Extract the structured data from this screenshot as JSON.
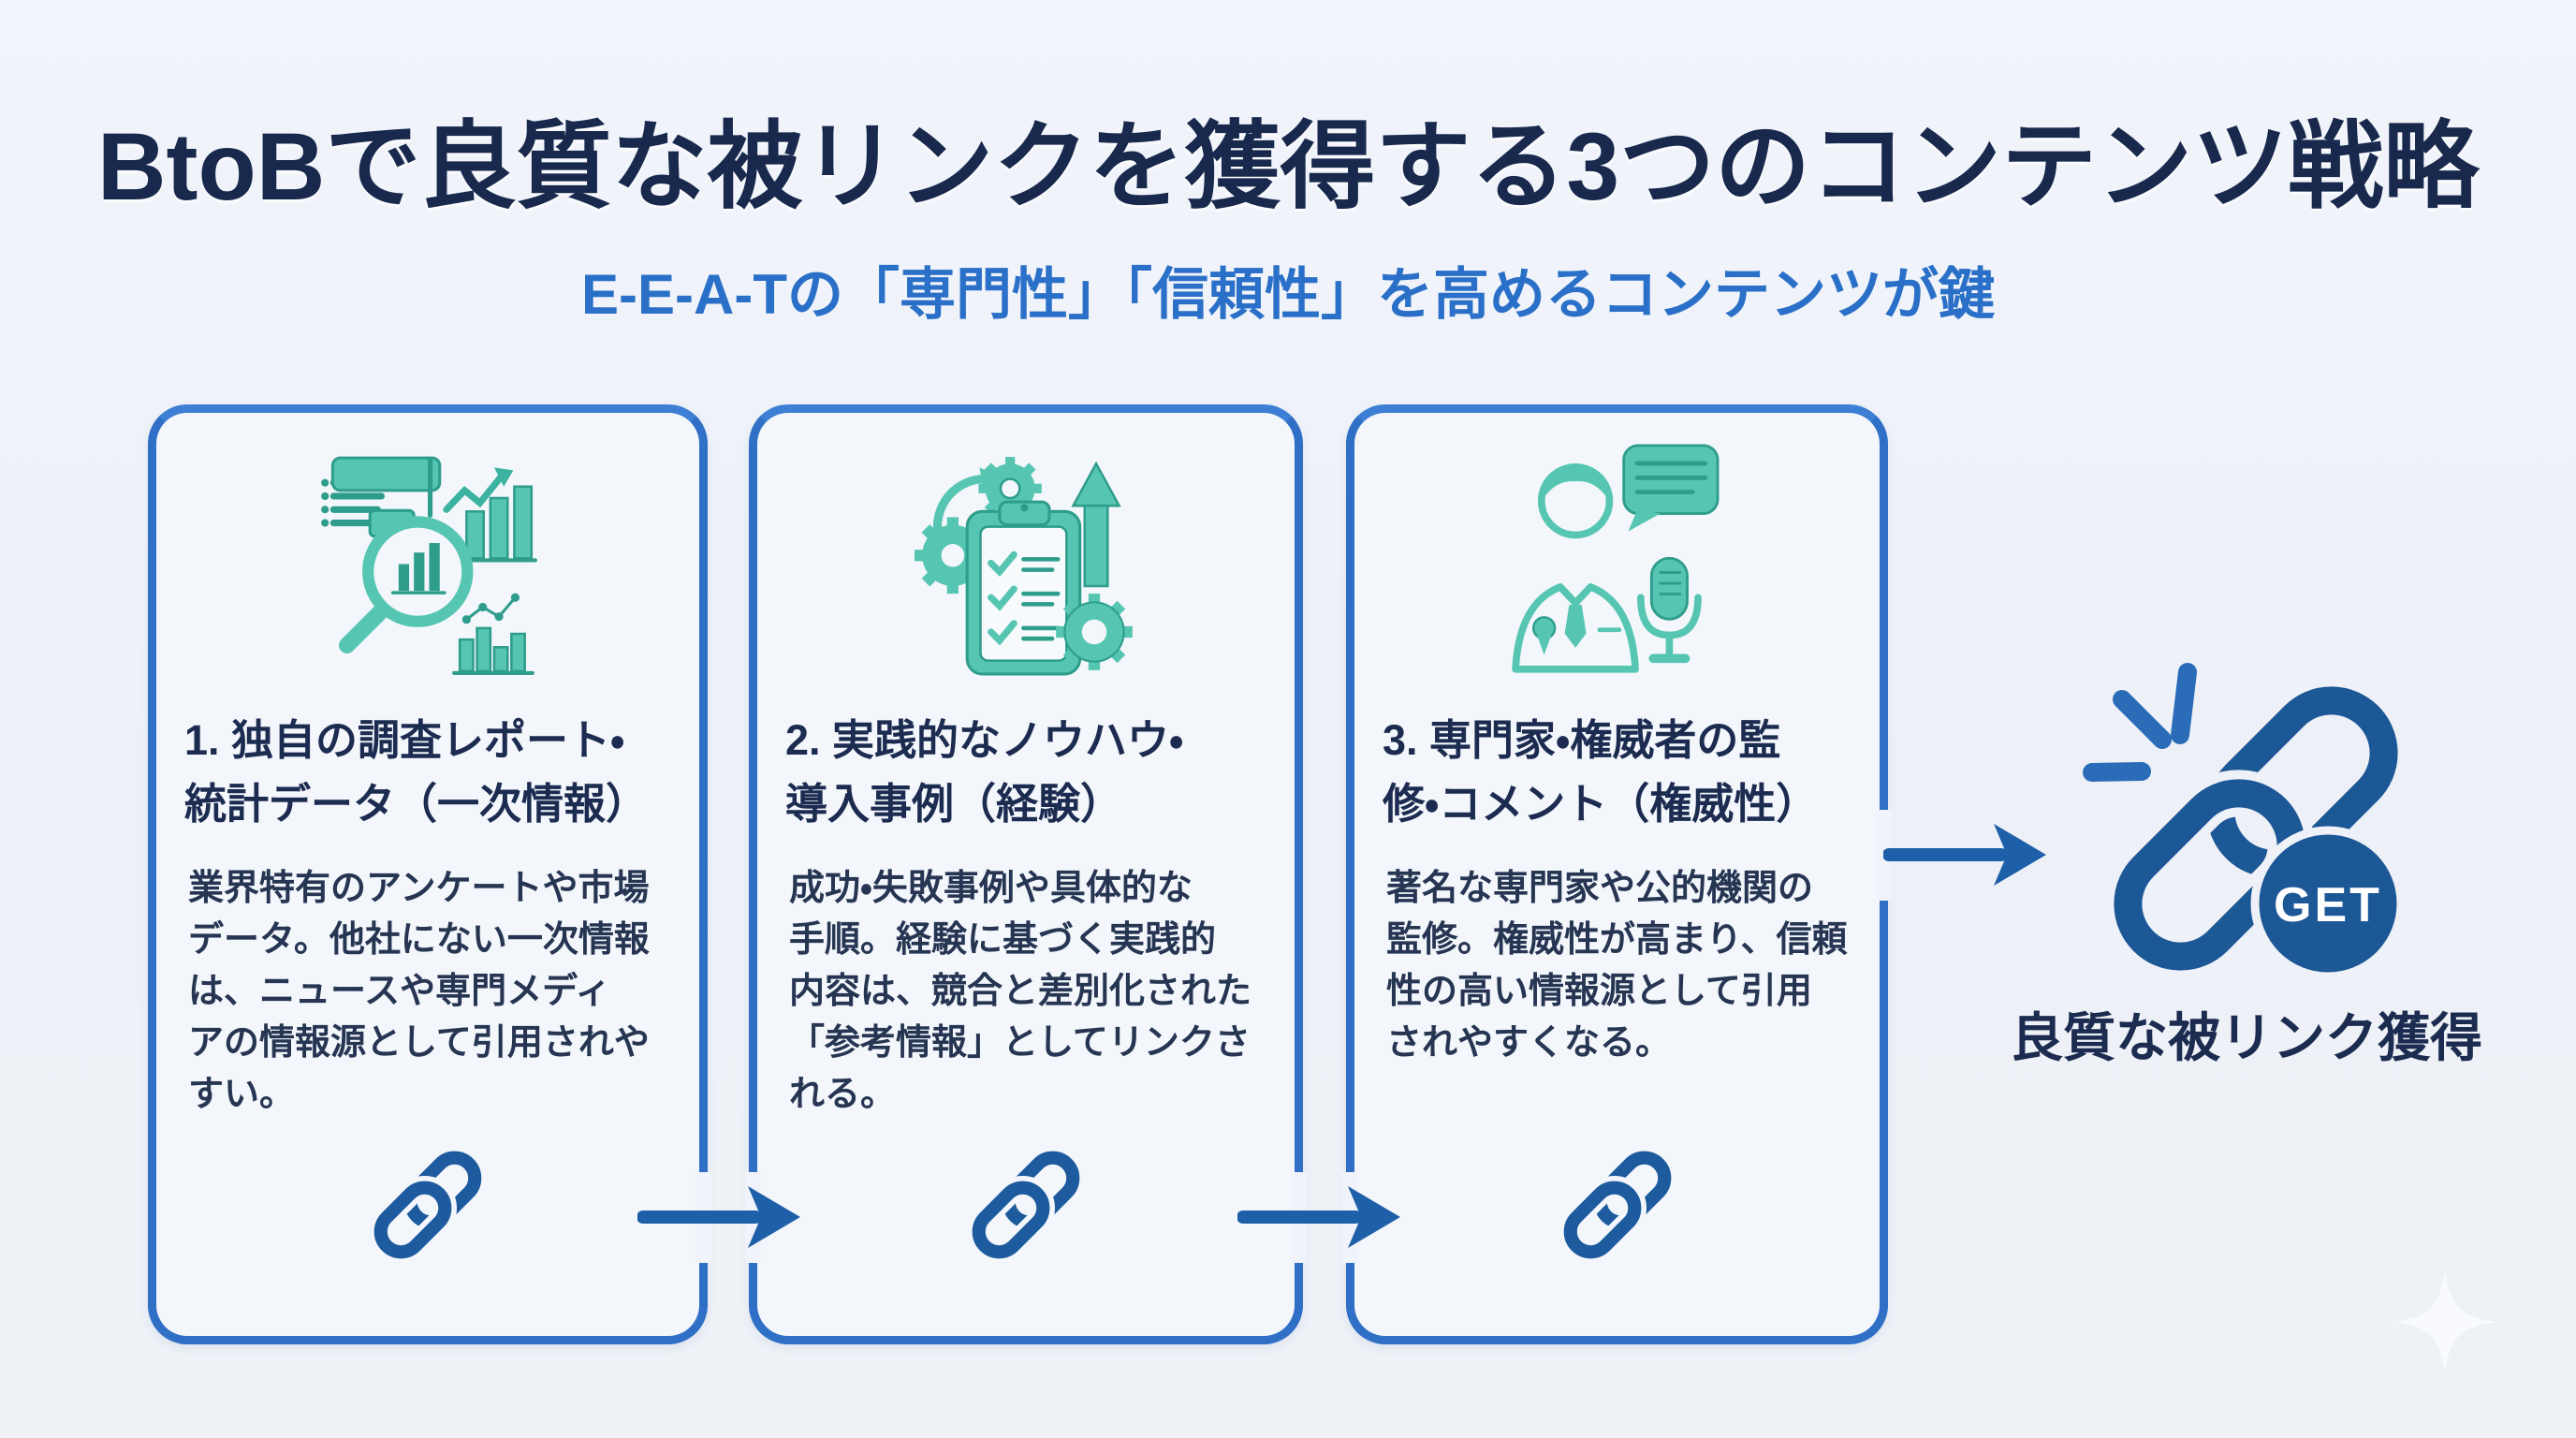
{
  "header": {
    "title": "BtoBで良質な被リンクを獲得する3つのコンテンツ戦略",
    "subtitle": "E-E-A-Tの「専門性」「信頼性」を高めるコンテンツが鍵"
  },
  "cards": [
    {
      "icon": "research-data-chart-icon",
      "heading": "1. 独自の調査レポート・\n統計データ（一次情報）",
      "body": "業界特有のアンケートや市場\nデータ。他社にない一次情報\nは、ニュースや専門メディ\nアの情報源として引用されや\nすい。",
      "footer_icon": "chain-link-icon"
    },
    {
      "icon": "process-checklist-growth-icon",
      "heading": "2. 実践的なノウハウ・\n導入事例（経験）",
      "body": "成功・失敗事例や具体的な\n手順。経験に基づく実践的\n内容は、競合と差別化された\n「参考情報」としてリンクさ\nれる。",
      "footer_icon": "chain-link-icon"
    },
    {
      "icon": "expert-speech-mic-icon",
      "heading": "3. 専門家・権威者の監\n修・コメント（権威性）",
      "body": "著名な専門家や公的機関の\n監修。権威性が高まり、信頼\n性の高い情報源として引用\nされやすくなる。",
      "footer_icon": "chain-link-icon"
    }
  ],
  "flow": {
    "arrow_icon": "arrow-right-icon",
    "result_badge": "GET",
    "result_label": "良質な被リンク獲得",
    "result_icon": "chain-link-get-icon"
  },
  "decorations": {
    "bottom_right": "sparkle-star-icon"
  },
  "palette": {
    "page_background": "#eef1f7",
    "card_background": "#f3f6fb",
    "card_border_blue": "#2f6fc6",
    "title_navy": "#18294d",
    "subtitle_blue": "#2b70c8",
    "body_navy": "#263552",
    "icon_teal": "#56c6b2",
    "icon_teal_dark": "#2e9d8c",
    "chain_blue": "#1d5b9e",
    "arrow_blue": "#1d5fa8",
    "get_circle_blue": "#1c5796",
    "sparkle_blue": "#2b6cb8"
  }
}
